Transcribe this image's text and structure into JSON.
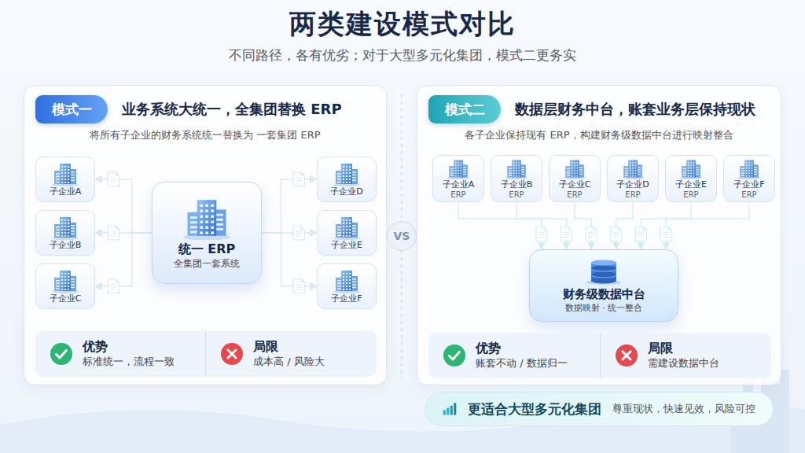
{
  "diagram": {
    "title": "两类建设模式对比",
    "nodes": [
      {
        "text": [
          "业务系统大统一，全集团替换 ERP",
          "将所有子企业的财务系统统一替换为 一套集团 ERP"
        ]
      },
      {
        "text": [
          "模式一"
        ],
        "in": 0
      },
      {
        "text": [
          "统一 ERP",
          "全集团一套系统"
        ],
        "in": 0
      },
      {
        "text": [
          "子企业A"
        ],
        "in": 0
      },
      {
        "text": [
          "子企业B"
        ],
        "in": 0
      },
      {
        "text": [
          "子企业C"
        ],
        "in": 0
      },
      {
        "text": [
          "子企业D"
        ],
        "in": 0
      },
      {
        "text": [
          "子企业E"
        ],
        "in": 0
      },
      {
        "text": [
          "子企业F"
        ],
        "in": 0
      },
      {
        "text": [
          "优势",
          "标准统一，流程一致"
        ],
        "in": 0
      },
      {
        "text": [
          "局限",
          "成本高 / 风险大"
        ],
        "in": 0
      },
      {
        "text": [
          "VS"
        ]
      },
      {
        "text": [
          "数据层财务中台，账套业务层保持现状",
          "各子企业保持现有 ERP，构建财务级数据中台进行映射整合"
        ]
      },
      {
        "text": [
          "模式二"
        ],
        "in": 12
      },
      {
        "text": [
          "子企业A",
          "ERP"
        ],
        "in": 12
      },
      {
        "text": [
          "子企业B",
          "ERP"
        ],
        "in": 12
      },
      {
        "text": [
          "子企业C",
          "ERP"
        ],
        "in": 12
      },
      {
        "text": [
          "子企业D",
          "ERP"
        ],
        "in": 12
      },
      {
        "text": [
          "子企业E",
          "ERP"
        ],
        "in": 12
      },
      {
        "text": [
          "子企业F",
          "ERP"
        ],
        "in": 12
      },
      {
        "text": [
          "财务级数据中台",
          "数据映射 · 统一整合"
        ],
        "in": 12
      },
      {
        "text": [
          "优势",
          "账套不动 / 数据归一"
        ],
        "in": 12
      },
      {
        "text": [
          "局限",
          "需建设数据中台"
        ],
        "in": 12
      },
      {
        "text": [
          "更适合大型多元化集团",
          "尊重现状，快速见效，风险可控"
        ]
      }
    ],
    "edges": [
      {
        "from": 2,
        "to": 3,
        "arrow": "to"
      },
      {
        "from": 2,
        "to": 4,
        "arrow": "to"
      },
      {
        "from": 2,
        "to": 5,
        "arrow": "to"
      },
      {
        "from": 2,
        "to": 6,
        "arrow": "to"
      },
      {
        "from": 2,
        "to": 7,
        "arrow": "to"
      },
      {
        "from": 2,
        "to": 8,
        "arrow": "to"
      },
      {
        "from": 14,
        "to": 20,
        "arrow": "to"
      },
      {
        "from": 15,
        "to": 20,
        "arrow": "to"
      },
      {
        "from": 16,
        "to": 20,
        "arrow": "to"
      },
      {
        "from": 17,
        "to": 20,
        "arrow": "to"
      },
      {
        "from": 18,
        "to": 20,
        "arrow": "to"
      },
      {
        "from": 19,
        "to": 20,
        "arrow": "to"
      }
    ],
    "labels": [
      "不同路径，各有优劣；对于大型多元化集团，模式二更务实"
    ]
  }
}
